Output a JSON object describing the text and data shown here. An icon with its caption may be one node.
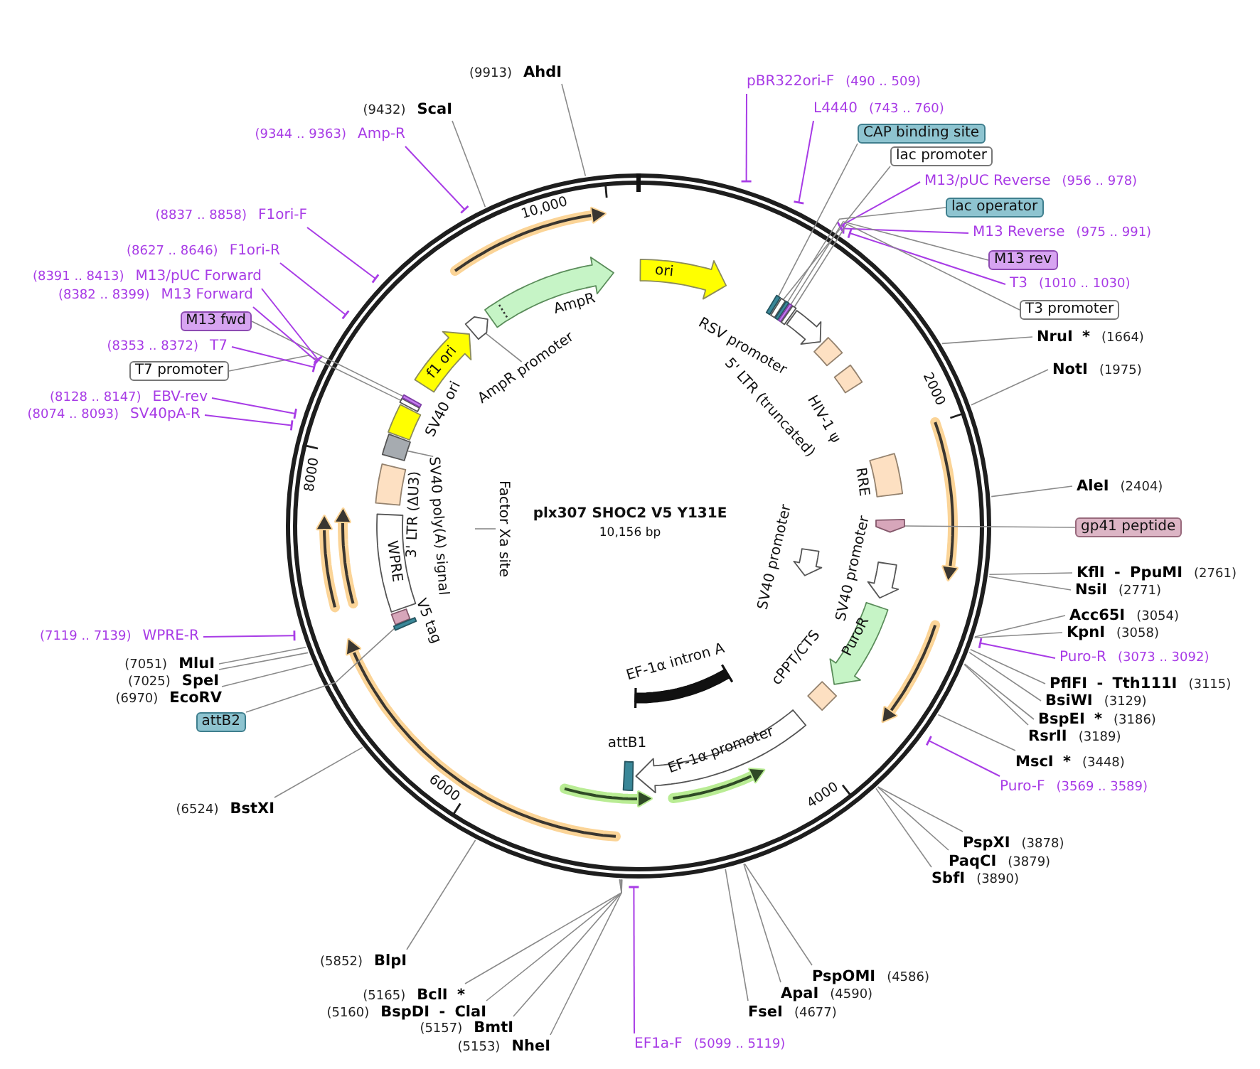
{
  "diagram": {
    "title": "plx307 SHOC2 V5 Y131E",
    "nodes": [
      {
        "text": [
          "pBR322ori-F",
          "(490 .. 509)"
        ]
      },
      {
        "text": [
          "L4440",
          "(743 .. 760)"
        ]
      },
      {
        "text": [
          "CAP binding site"
        ]
      },
      {
        "text": [
          "lac promoter"
        ]
      },
      {
        "text": [
          "M13/pUC Reverse",
          "(956 .. 978)"
        ]
      },
      {
        "text": [
          "lac operator"
        ]
      },
      {
        "text": [
          "M13 Reverse",
          "(975 .. 991)"
        ]
      },
      {
        "text": [
          "M13 rev"
        ]
      },
      {
        "text": [
          "T3",
          "(1010 .. 1030)"
        ]
      },
      {
        "text": [
          "T3 promoter"
        ]
      },
      {
        "text": [
          "NruI *",
          "(1664)"
        ]
      },
      {
        "text": [
          "NotI",
          "(1975)"
        ]
      },
      {
        "text": [
          "AleI",
          "(2404)"
        ]
      },
      {
        "text": [
          "gp41 peptide"
        ]
      },
      {
        "text": [
          "KflI - PpuMI",
          "(2761)"
        ]
      },
      {
        "text": [
          "NsiI",
          "(2771)"
        ]
      },
      {
        "text": [
          "Acc65I",
          "(3054)"
        ]
      },
      {
        "text": [
          "KpnI",
          "(3058)"
        ]
      },
      {
        "text": [
          "Puro-R",
          "(3073 .. 3092)"
        ]
      },
      {
        "text": [
          "PflFI - Tth111I",
          "(3115)"
        ]
      },
      {
        "text": [
          "BsiWI",
          "(3129)"
        ]
      },
      {
        "text": [
          "BspEI *",
          "(3186)"
        ]
      },
      {
        "text": [
          "RsrII",
          "(3189)"
        ]
      },
      {
        "text": [
          "MscI *",
          "(3448)"
        ]
      },
      {
        "text": [
          "Puro-F",
          "(3569 .. 3589)"
        ]
      },
      {
        "text": [
          "PspXI",
          "(3878)"
        ]
      },
      {
        "text": [
          "PaqCI",
          "(3879)"
        ]
      },
      {
        "text": [
          "SbfI",
          "(3890)"
        ]
      },
      {
        "text": [
          "PspOMI",
          "(4586)"
        ]
      },
      {
        "text": [
          "ApaI",
          "(4590)"
        ]
      },
      {
        "text": [
          "FseI",
          "(4677)"
        ]
      },
      {
        "text": [
          "EF1a-F",
          "(5099 .. 5119)"
        ]
      },
      {
        "text": [
          "(5153)",
          "NheI"
        ]
      },
      {
        "text": [
          "(5157)",
          "BmtI"
        ]
      },
      {
        "text": [
          "(5160)",
          "BspDI - ClaI"
        ]
      },
      {
        "text": [
          "(5165)",
          "BclI *"
        ]
      },
      {
        "text": [
          "(5852)",
          "BlpI"
        ]
      },
      {
        "text": [
          "(6524)",
          "BstXI"
        ]
      },
      {
        "text": [
          "attB2"
        ]
      },
      {
        "text": [
          "(6970)",
          "EcoRV"
        ]
      },
      {
        "text": [
          "(7025)",
          "SpeI"
        ]
      },
      {
        "text": [
          "(7051)",
          "MluI"
        ]
      },
      {
        "text": [
          "(7119 .. 7139)",
          "WPRE-R"
        ]
      },
      {
        "text": [
          "(8074 .. 8093)",
          "SV40pA-R"
        ]
      },
      {
        "text": [
          "(8128 .. 8147)",
          "EBV-rev"
        ]
      },
      {
        "text": [
          "T7 promoter"
        ]
      },
      {
        "text": [
          "(8353 .. 8372)",
          "T7"
        ]
      },
      {
        "text": [
          "M13 fwd"
        ]
      },
      {
        "text": [
          "(8382 .. 8399)",
          "M13 Forward"
        ]
      },
      {
        "text": [
          "(8391 .. 8413)",
          "M13/pUC Forward"
        ]
      },
      {
        "text": [
          "(8627 .. 8646)",
          "F1ori-R"
        ]
      },
      {
        "text": [
          "(8837 .. 8858)",
          "F1ori-F"
        ]
      },
      {
        "text": [
          "(9344 .. 9363)",
          "Amp-R"
        ]
      },
      {
        "text": [
          "(9432)",
          "ScaI"
        ]
      },
      {
        "text": [
          "(9913)",
          "AhdI"
        ]
      },
      {
        "text": [
          "ori"
        ]
      },
      {
        "text": [],
        "shape": "arrow",
        "beside": [
          "AmpR"
        ]
      },
      {
        "text": [
          "AmpR promoter"
        ]
      },
      {
        "text": [],
        "shape": "arrow"
      },
      {
        "text": [
          "f1 ori"
        ]
      },
      {
        "text": [],
        "shape": "box",
        "beside": [
          "SV40 ori"
        ]
      },
      {
        "text": [
          "SV40 poly(A) signal"
        ]
      },
      {
        "text": [],
        "shape": "box"
      },
      {
        "text": [],
        "shape": "box",
        "beside": [
          "3' LTR (ΔU3)"
        ]
      },
      {
        "text": [
          "WPRE"
        ]
      },
      {
        "text": [
          "V5 tag"
        ]
      },
      {
        "text": [
          "Factor Xa site"
        ]
      },
      {
        "text": [],
        "shape": "arrow",
        "beside": [
          "RSV promoter"
        ]
      },
      {
        "text": [],
        "shape": "box",
        "beside": [
          "5' LTR (truncated)"
        ]
      },
      {
        "text": [],
        "shape": "box",
        "beside": [
          "HIV-1 ψ"
        ]
      },
      {
        "text": [],
        "shape": "box",
        "beside": [
          "RRE"
        ]
      },
      {
        "text": [],
        "shape": "arrow"
      },
      {
        "text": [],
        "shape": "arrow",
        "beside": [
          "SV40 promoter"
        ]
      },
      {
        "text": [],
        "shape": "arrow",
        "beside": [
          "SV40 promoter"
        ]
      },
      {
        "text": [
          "PuroR"
        ]
      },
      {
        "text": [],
        "shape": "diamond",
        "beside": [
          "cPPT/CTS"
        ]
      },
      {
        "text": [
          "EF-1α promoter"
        ]
      },
      {
        "text": [],
        "shape": "bar",
        "beside": [
          "EF-1α intron A"
        ]
      },
      {
        "text": [
          "attB1"
        ]
      },
      {
        "text": [],
        "shape": "bar"
      },
      {
        "text": [],
        "shape": "bar"
      },
      {
        "text": [],
        "shape": "bar"
      },
      {
        "text": [],
        "shape": "bar"
      },
      {
        "text": [],
        "shape": "bar"
      },
      {
        "text": [],
        "shape": "bar"
      },
      {
        "text": [],
        "shape": "bar"
      },
      {
        "text": [],
        "shape": "bar"
      }
    ],
    "edges": [
      {
        "from": 0,
        "to": null,
        "arrow": "other",
        "color": "#a83ce6"
      },
      {
        "from": 1,
        "to": null,
        "arrow": "other",
        "color": "#a83ce6"
      },
      {
        "from": 2,
        "to": 79,
        "arrow": "none"
      },
      {
        "from": 3,
        "to": 80,
        "arrow": "none"
      },
      {
        "from": 4,
        "to": null,
        "arrow": "other",
        "color": "#a83ce6"
      },
      {
        "from": 5,
        "to": 81,
        "arrow": "none"
      },
      {
        "from": 6,
        "to": null,
        "arrow": "other",
        "color": "#a83ce6"
      },
      {
        "from": 7,
        "to": 82,
        "arrow": "none"
      },
      {
        "from": 8,
        "to": null,
        "arrow": "other",
        "color": "#a83ce6"
      },
      {
        "from": 9,
        "to": 83,
        "arrow": "none"
      },
      {
        "from": 10,
        "to": null,
        "arrow": "none"
      },
      {
        "from": 11,
        "to": null,
        "arrow": "none"
      },
      {
        "from": 12,
        "to": null,
        "arrow": "none"
      },
      {
        "from": 13,
        "to": 71,
        "arrow": "none"
      },
      {
        "from": 14,
        "to": null,
        "arrow": "none"
      },
      {
        "from": 15,
        "to": null,
        "arrow": "none"
      },
      {
        "from": 16,
        "to": null,
        "arrow": "none"
      },
      {
        "from": 17,
        "to": null,
        "arrow": "none"
      },
      {
        "from": 18,
        "to": null,
        "arrow": "other",
        "color": "#a83ce6"
      },
      {
        "from": 19,
        "to": null,
        "arrow": "none"
      },
      {
        "from": 20,
        "to": null,
        "arrow": "none"
      },
      {
        "from": 21,
        "to": null,
        "arrow": "none"
      },
      {
        "from": 22,
        "to": null,
        "arrow": "none"
      },
      {
        "from": 23,
        "to": null,
        "arrow": "none"
      },
      {
        "from": 24,
        "to": null,
        "arrow": "other",
        "color": "#a83ce6"
      },
      {
        "from": 25,
        "to": null,
        "arrow": "none"
      },
      {
        "from": 26,
        "to": null,
        "arrow": "none"
      },
      {
        "from": 27,
        "to": null,
        "arrow": "none"
      },
      {
        "from": 28,
        "to": null,
        "arrow": "none"
      },
      {
        "from": 29,
        "to": null,
        "arrow": "none"
      },
      {
        "from": 30,
        "to": null,
        "arrow": "none"
      },
      {
        "from": 31,
        "to": null,
        "arrow": "other",
        "color": "#a83ce6"
      },
      {
        "from": 32,
        "to": null,
        "arrow": "none"
      },
      {
        "from": 33,
        "to": null,
        "arrow": "none"
      },
      {
        "from": 34,
        "to": null,
        "arrow": "none"
      },
      {
        "from": 35,
        "to": null,
        "arrow": "none"
      },
      {
        "from": 36,
        "to": null,
        "arrow": "none"
      },
      {
        "from": 37,
        "to": null,
        "arrow": "none"
      },
      {
        "from": 38,
        "to": 84,
        "arrow": "none"
      },
      {
        "from": 39,
        "to": null,
        "arrow": "none"
      },
      {
        "from": 40,
        "to": null,
        "arrow": "none"
      },
      {
        "from": 41,
        "to": null,
        "arrow": "none"
      },
      {
        "from": 42,
        "to": null,
        "arrow": "other",
        "color": "#a83ce6"
      },
      {
        "from": 43,
        "to": null,
        "arrow": "other",
        "color": "#a83ce6"
      },
      {
        "from": 44,
        "to": null,
        "arrow": "other",
        "color": "#a83ce6"
      },
      {
        "from": 45,
        "to": 85,
        "arrow": "none"
      },
      {
        "from": 46,
        "to": null,
        "arrow": "other",
        "color": "#a83ce6"
      },
      {
        "from": 47,
        "to": 86,
        "arrow": "none"
      },
      {
        "from": 48,
        "to": null,
        "arrow": "other",
        "color": "#a83ce6"
      },
      {
        "from": 49,
        "to": null,
        "arrow": "other",
        "color": "#a83ce6"
      },
      {
        "from": 50,
        "to": null,
        "arrow": "other",
        "color": "#a83ce6"
      },
      {
        "from": 51,
        "to": null,
        "arrow": "other",
        "color": "#a83ce6"
      },
      {
        "from": 52,
        "to": null,
        "arrow": "other",
        "color": "#a83ce6"
      },
      {
        "from": 53,
        "to": null,
        "arrow": "none"
      },
      {
        "from": 54,
        "to": null,
        "arrow": "none"
      },
      {
        "from": 57,
        "to": 58,
        "arrow": "none"
      },
      {
        "from": 61,
        "to": 62,
        "arrow": "none"
      },
      {
        "from": 66,
        "to": null,
        "arrow": "none"
      }
    ],
    "labels": [
      "10,000",
      "2000",
      "4000",
      "6000",
      "8000",
      "10,156 bp"
    ]
  }
}
